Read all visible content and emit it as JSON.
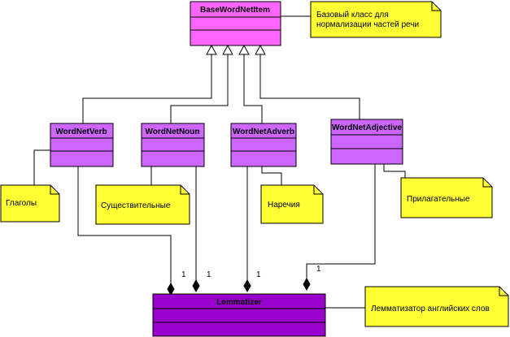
{
  "classes": {
    "base": {
      "name": "BaseWordNetItem",
      "color": "#ff66ff"
    },
    "verb": {
      "name": "WordNetVerb",
      "color": "#cc66ff"
    },
    "noun": {
      "name": "WordNetNoun",
      "color": "#cc66ff"
    },
    "adverb": {
      "name": "WordNetAdverb",
      "color": "#cc66ff"
    },
    "adjective": {
      "name": "WordNetAdjective",
      "color": "#cc66ff"
    },
    "lemmatizer": {
      "name": "Lemmatizer",
      "color": "#9900cc"
    }
  },
  "notes": {
    "base": {
      "line1": "Базовый класс для",
      "line2": "нормализации частей речи"
    },
    "verb": "Глаголы",
    "noun": "Существительные",
    "adverb": "Наречия",
    "adjective": "Прилагательные",
    "lemmatizer": "Лемматизатор английских слов"
  },
  "multiplicities": {
    "verb": "1",
    "noun": "1",
    "adverb": "1",
    "adjective": "1"
  },
  "colors": {
    "note_fill": "#ffff33",
    "line": "#000000"
  }
}
